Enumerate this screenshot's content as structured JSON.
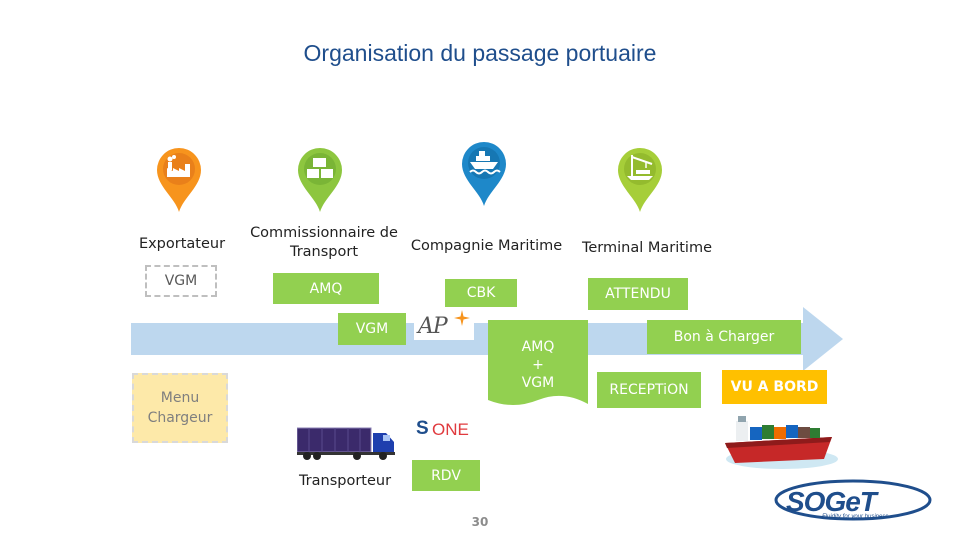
{
  "title": "Organisation du passage portuaire",
  "actors": {
    "exportateur": "Exportateur",
    "commissionnaire_l1": "Commissionnaire de",
    "commissionnaire_l2": "Transport",
    "compagnie": "Compagnie Maritime",
    "terminal": "Terminal Maritime",
    "transporteur": "Transporteur"
  },
  "boxes": {
    "vgm_exportateur": "VGM",
    "amq": "AMQ",
    "cbk": "CBK",
    "attendu": "ATTENDU",
    "vgm_commissionnaire": "VGM",
    "amq_vgm_l1": "AMQ",
    "amq_vgm_l2": "+",
    "amq_vgm_l3": "VGM",
    "bon_a_charger": "Bon à Charger",
    "reception": "RECEPTiON",
    "vu_a_bord": "VU A BORD",
    "menu_chargeur_l1": "Menu",
    "menu_chargeur_l2": "Chargeur",
    "rdv": "RDV"
  },
  "logos": {
    "ap": "AP",
    "sone_s": "S",
    "sone_one": "ONE",
    "soget": "SOGeT",
    "soget_tagline": "Fluidity for your business"
  },
  "page_number": "30",
  "colors": {
    "title": "#1f4e8c",
    "green": "#92d050",
    "amber": "#ffc000",
    "arrow": "#bdd7ee",
    "pin_orange": "#f7941d",
    "pin_green": "#8dc63f",
    "pin_blue": "#1e88c9",
    "pin_lime": "#a6ce39"
  },
  "icons": [
    "factory-icon",
    "cargo-boxes-icon",
    "ship-icon",
    "port-crane-icon",
    "truck-icon",
    "cargo-ship-icon"
  ]
}
